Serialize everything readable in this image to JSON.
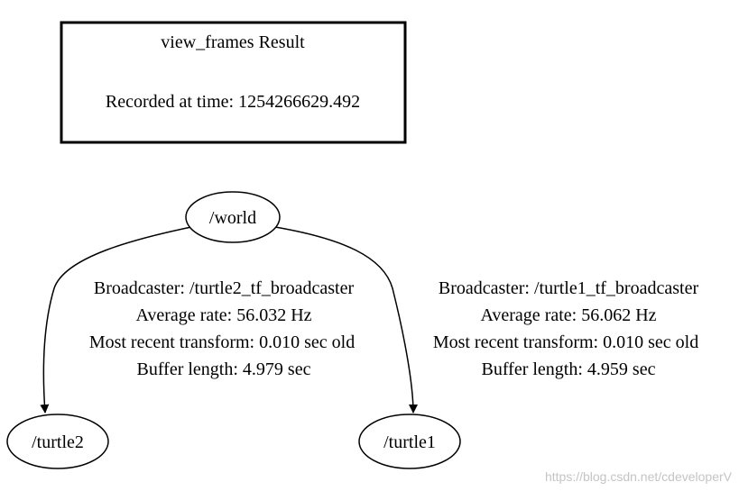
{
  "header": {
    "title": "view_frames Result",
    "recorded": "Recorded at time: 1254266629.492"
  },
  "nodes": {
    "world": "/world",
    "turtle1": "/turtle1",
    "turtle2": "/turtle2"
  },
  "edges": {
    "turtle2": {
      "broadcaster": "Broadcaster: /turtle2_tf_broadcaster",
      "rate": "Average rate: 56.032 Hz",
      "recent": "Most recent transform: 0.010 sec old",
      "buffer": "Buffer length: 4.979 sec"
    },
    "turtle1": {
      "broadcaster": "Broadcaster: /turtle1_tf_broadcaster",
      "rate": "Average rate: 56.062 Hz",
      "recent": "Most recent transform: 0.010 sec old",
      "buffer": "Buffer length: 4.959 sec"
    }
  },
  "watermark": "https://blog.csdn.net/cdeveloperV",
  "colors": {
    "stroke": "#000000",
    "watermark": "#c4c4c4"
  }
}
